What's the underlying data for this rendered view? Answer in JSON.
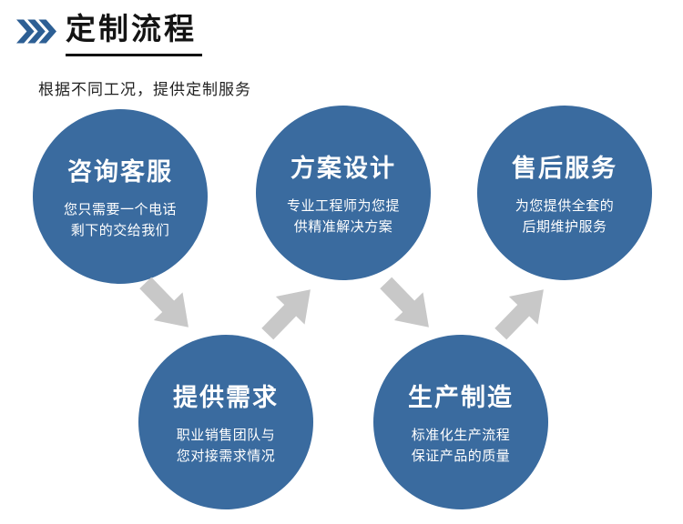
{
  "header": {
    "title": "定制流程",
    "subtitle": "根据不同工况，提供定制服务",
    "chevron_icon": "triple-chevron-right-icon"
  },
  "steps": [
    {
      "title": "咨询客服",
      "desc": "您只需要一个电话\n剩下的交给我们"
    },
    {
      "title": "提供需求",
      "desc": "职业销售团队与\n您对接需求情况"
    },
    {
      "title": "方案设计",
      "desc": "专业工程师为您提\n供精准解决方案"
    },
    {
      "title": "生产制造",
      "desc": "标准化生产流程\n保证产品的质量"
    },
    {
      "title": "售后服务",
      "desc": "为您提供全套的\n后期维护服务"
    }
  ],
  "colors": {
    "circle-blue": "#3a6b9f",
    "chevron-blue": "#2d5f94",
    "arrow-gray": "#c8c8c8",
    "underline-black": "#111111",
    "text-dark": "#222222"
  }
}
